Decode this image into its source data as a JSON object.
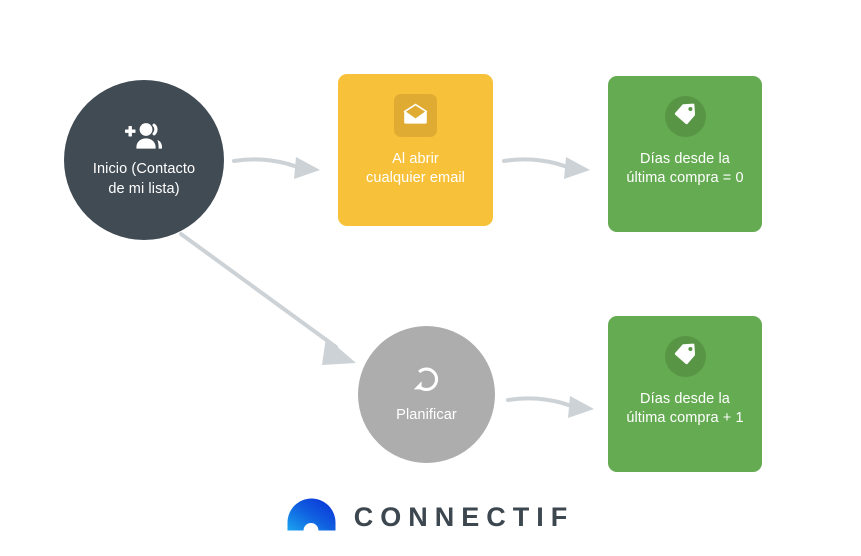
{
  "diagram": {
    "title": "Connectif workflow",
    "background": "#ffffff",
    "nodes": [
      {
        "id": "start",
        "label": "Inicio (Contacto\nde mi lista)",
        "shape": "circle",
        "color": "#414b54",
        "icon": "person-add-icon"
      },
      {
        "id": "open-email",
        "label": "Al abrir\ncualquier email",
        "shape": "rounded-box",
        "color": "#f8c13a",
        "badge_color": "#e0ab32",
        "icon": "open-envelope-icon"
      },
      {
        "id": "days-zero",
        "label": "Días desde la\núltima compra = 0",
        "shape": "rounded-box",
        "color": "#65ab52",
        "badge_color": "#589645",
        "icon": "tag-icon"
      },
      {
        "id": "schedule",
        "label": "Planificar",
        "shape": "circle",
        "color": "#adadad",
        "icon": "loop-arrow-icon"
      },
      {
        "id": "days-plus-one",
        "label": "Días desde la\núltima compra + 1",
        "shape": "rounded-box",
        "color": "#65ab52",
        "badge_color": "#589645",
        "icon": "tag-icon"
      }
    ],
    "connectors": [
      {
        "id": "start-to-open-email",
        "from": "start",
        "to": "open-email",
        "color": "#ccd2d6"
      },
      {
        "id": "open-email-to-days-zero",
        "from": "open-email",
        "to": "days-zero",
        "color": "#ccd2d6"
      },
      {
        "id": "start-to-schedule",
        "from": "start",
        "to": "schedule",
        "color": "#ccd2d6"
      },
      {
        "id": "schedule-to-days-plus-one",
        "from": "schedule",
        "to": "days-plus-one",
        "color": "#ccd2d6"
      }
    ]
  },
  "logo": {
    "wordmark": "CONNECTIF",
    "mark_icon": "connectif-arch-icon",
    "mark_gradient_start": "#1aa3f0",
    "mark_gradient_end": "#0a2ed6",
    "wordmark_color": "#3d474f"
  }
}
